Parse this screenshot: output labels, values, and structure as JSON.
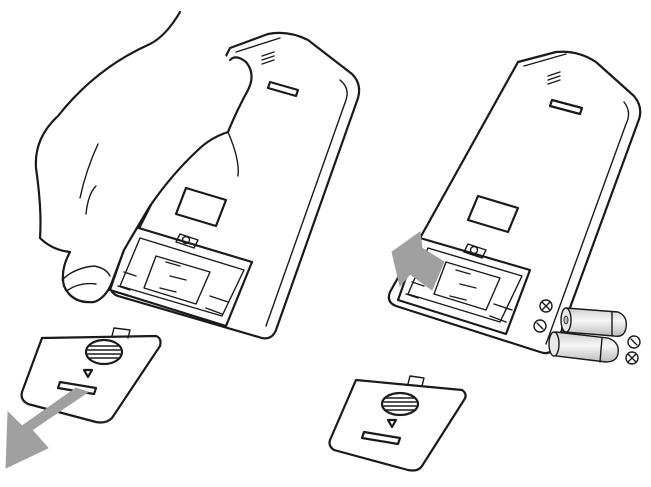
{
  "diagram": {
    "steps": [
      {
        "id": "step-1",
        "action": "remove-battery-cover"
      },
      {
        "id": "step-2",
        "action": "insert-batteries"
      }
    ],
    "polarity_symbols": [
      "+",
      "-"
    ],
    "colors": {
      "line": "#1a1a1a",
      "fill": "#ffffff",
      "arrow": "#a0a0a0",
      "battery_light": "#f0f0f0",
      "battery_shade": "#cfcfcf"
    },
    "icons": [
      "hand-icon",
      "remote-control-icon",
      "battery-cover-icon",
      "arrow-icon",
      "battery-icon",
      "speaker-grille-icon"
    ]
  }
}
